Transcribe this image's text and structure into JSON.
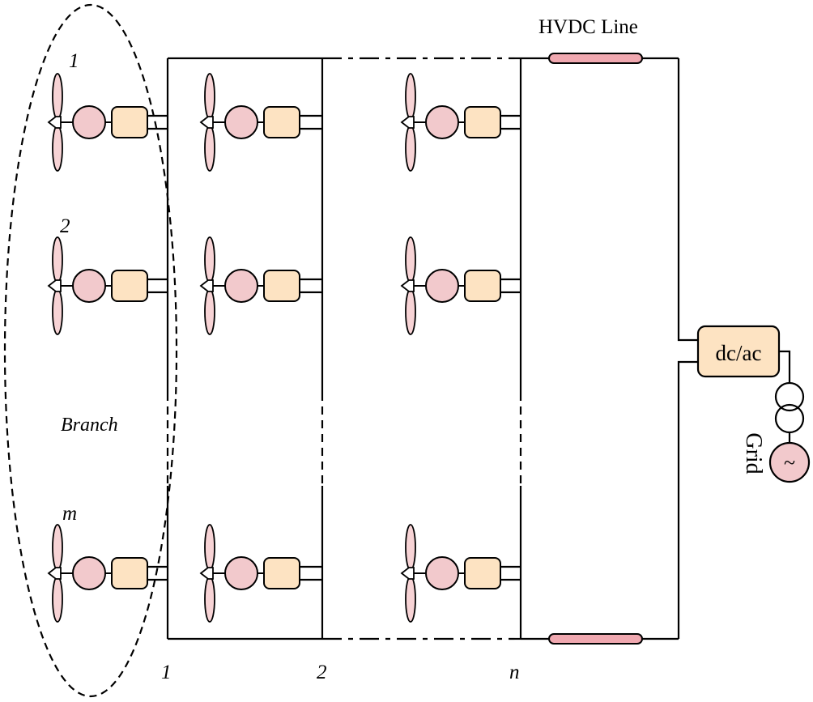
{
  "labels": {
    "hvdc_line": "HVDC Line",
    "converter": "dc/ac",
    "grid": "Grid",
    "ac_source": "~",
    "branch": "Branch",
    "turbine_row_1": "1",
    "turbine_row_2": "2",
    "turbine_row_m": "m",
    "branch_col_1": "1",
    "branch_col_2": "2",
    "branch_col_n": "n"
  },
  "colors": {
    "generator_fill": "#f2c9cc",
    "rectifier_fill": "#fde3c2",
    "blade_fill": "#f7d3d5",
    "hvdc_fill": "#f0a8b0",
    "line": "#000000"
  },
  "icons": {
    "turbine": "wind-turbine-icon",
    "generator": "generator-icon",
    "rectifier": "ac-dc-converter-icon",
    "transformer": "transformer-icon",
    "source": "ac-source-icon"
  }
}
